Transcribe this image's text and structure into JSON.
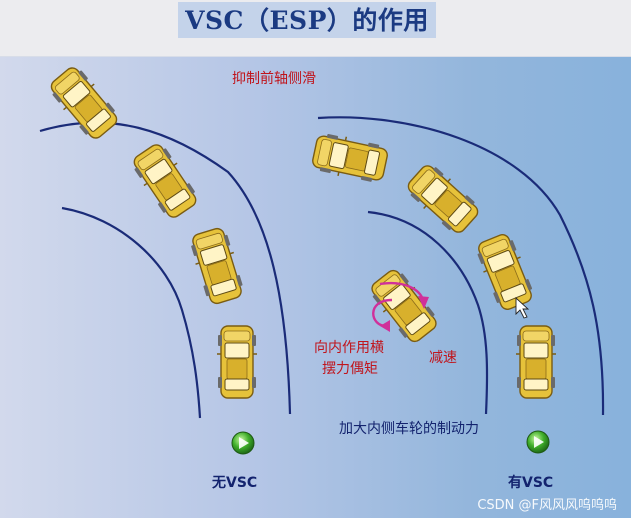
{
  "title": "VSC（ESP）的作用",
  "labels": {
    "suppress": "抑制前轴侧滑",
    "yaw_moment_line1": "向内作用横",
    "yaw_moment_line2": "摆力偶矩",
    "decelerate": "减速",
    "inner_brake": "加大内侧车轮的制动力",
    "without": "无VSC",
    "with": "有VSC"
  },
  "watermark": "CSDN @F风风风呜呜呜",
  "icons": {
    "play_left": "play-icon",
    "play_right": "play-icon",
    "rotation": "rotation-arrow-icon",
    "car": "car-icon"
  },
  "colors": {
    "curve": "#1a2b78",
    "car_body": "#e6c23a",
    "label_red": "#c0151c",
    "label_navy": "#13236e",
    "title": "#1b3a82",
    "rotation_arrow": "#d0309a"
  }
}
